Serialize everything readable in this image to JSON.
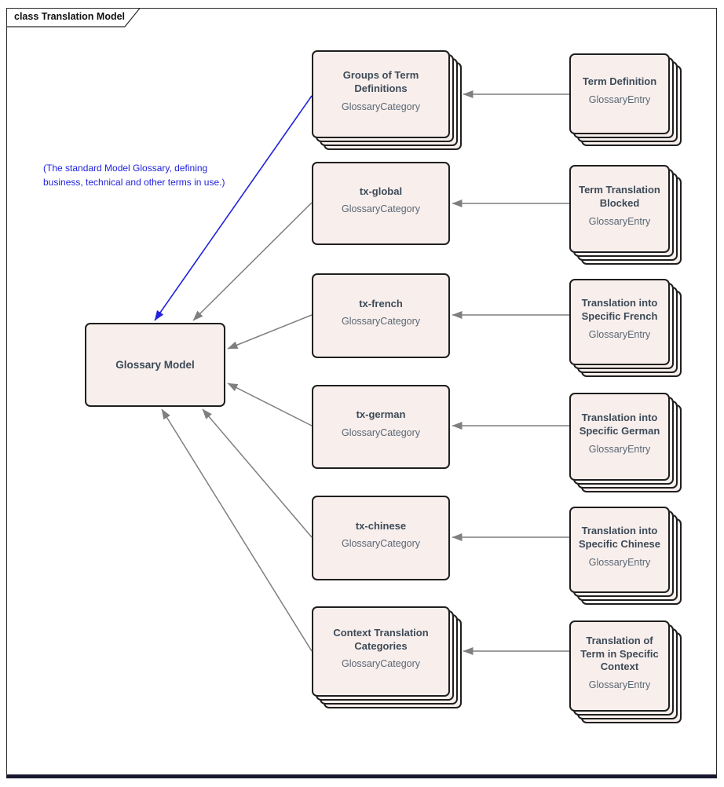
{
  "frame": {
    "title": "class Translation Model"
  },
  "annotation": {
    "line1": "(The standard Model Glossary, defining",
    "line2": "business, technical and other terms in use.)"
  },
  "model": {
    "title": "Glossary Model"
  },
  "categories": [
    {
      "title": "Groups of Term Definitions",
      "type": "GlossaryCategory",
      "stacked": true
    },
    {
      "title": "tx-global",
      "type": "GlossaryCategory",
      "stacked": false
    },
    {
      "title": "tx-french",
      "type": "GlossaryCategory",
      "stacked": false
    },
    {
      "title": "tx-german",
      "type": "GlossaryCategory",
      "stacked": false
    },
    {
      "title": "tx-chinese",
      "type": "GlossaryCategory",
      "stacked": false
    },
    {
      "title": "Context Translation Categories",
      "type": "GlossaryCategory",
      "stacked": true
    }
  ],
  "entries": [
    {
      "title": "Term Definition",
      "type": "GlossaryEntry",
      "stacked": true
    },
    {
      "title": "Term Translation Blocked",
      "type": "GlossaryEntry",
      "stacked": true
    },
    {
      "title": "Translation into Specific French",
      "type": "GlossaryEntry",
      "stacked": true
    },
    {
      "title": "Translation into Specific German",
      "type": "GlossaryEntry",
      "stacked": true
    },
    {
      "title": "Translation into Specific Chinese",
      "type": "GlossaryEntry",
      "stacked": true
    },
    {
      "title": "Translation of Term in Specific Context",
      "type": "GlossaryEntry",
      "stacked": true
    }
  ],
  "relations": [
    {
      "from": "Groups of Term Definitions",
      "to": "Glossary Model",
      "color": "blue"
    },
    {
      "from": "tx-global",
      "to": "Glossary Model",
      "color": "gray"
    },
    {
      "from": "tx-french",
      "to": "Glossary Model",
      "color": "gray"
    },
    {
      "from": "tx-german",
      "to": "Glossary Model",
      "color": "gray"
    },
    {
      "from": "tx-chinese",
      "to": "Glossary Model",
      "color": "gray"
    },
    {
      "from": "Context Translation Categories",
      "to": "Glossary Model",
      "color": "gray"
    },
    {
      "from": "Term Definition",
      "to": "Groups of Term Definitions",
      "color": "gray"
    },
    {
      "from": "Term Translation Blocked",
      "to": "tx-global",
      "color": "gray"
    },
    {
      "from": "Translation into Specific French",
      "to": "tx-french",
      "color": "gray"
    },
    {
      "from": "Translation into Specific German",
      "to": "tx-german",
      "color": "gray"
    },
    {
      "from": "Translation into Specific Chinese",
      "to": "tx-chinese",
      "color": "gray"
    },
    {
      "from": "Translation of Term in Specific Context",
      "to": "Context Translation Categories",
      "color": "gray"
    }
  ],
  "colors": {
    "node_fill": "#F8EFED",
    "node_border": "#1F1F1F",
    "connector_gray": "#7F7F7F",
    "connector_blue": "#2222DD",
    "title_text": "#3D4A57",
    "type_text": "#5A6673",
    "frame_bottom_bar": "#181830"
  }
}
